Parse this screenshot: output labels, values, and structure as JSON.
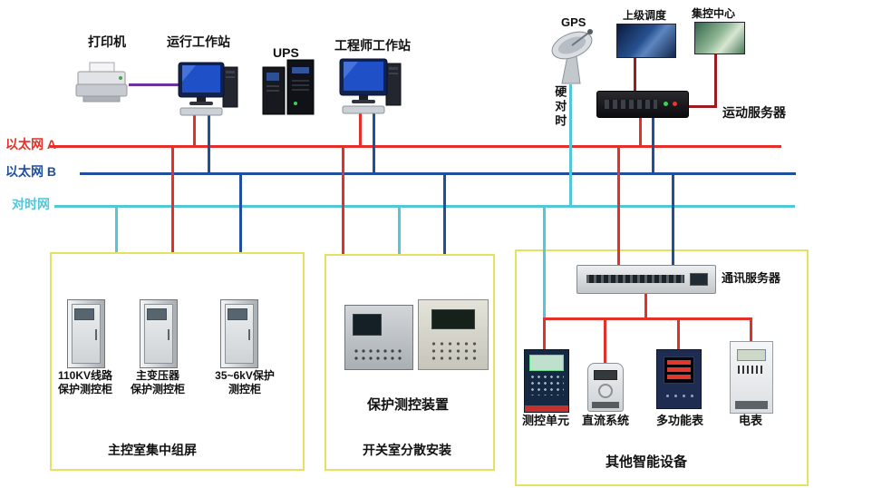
{
  "colors": {
    "bus_a": "#e43028",
    "bus_b": "#1f4f9e",
    "bus_t": "#53c6d8",
    "link_dark": "#9b1c20",
    "link_purple": "#7030a0",
    "group_border": "#e6e163"
  },
  "buses": {
    "a": "以太网 A",
    "b": "以太网 B",
    "t": "对时网"
  },
  "top": {
    "printer": "打印机",
    "operator_ws": "运行工作站",
    "ups": "UPS",
    "engineer_ws": "工程师工作站",
    "gps": "GPS",
    "hard_time": "硬对时",
    "superior_dispatch": "上级调度",
    "control_center": "集控中心",
    "telecontrol_server": "运动服务器"
  },
  "group1": {
    "cabinet1": "110KV线路\n保护测控柜",
    "cabinet2": "主变压器\n保护测控柜",
    "cabinet3": "35~6kV保护\n测控柜",
    "caption": "主控室集中组屏"
  },
  "group2": {
    "device": "保护测控装置",
    "caption": "开关室分散安装"
  },
  "group3": {
    "comm_server": "通讯服务器",
    "unit1": "测控单元",
    "unit2": "直流系统",
    "unit3": "多功能表",
    "unit4": "电表",
    "caption": "其他智能设备"
  }
}
